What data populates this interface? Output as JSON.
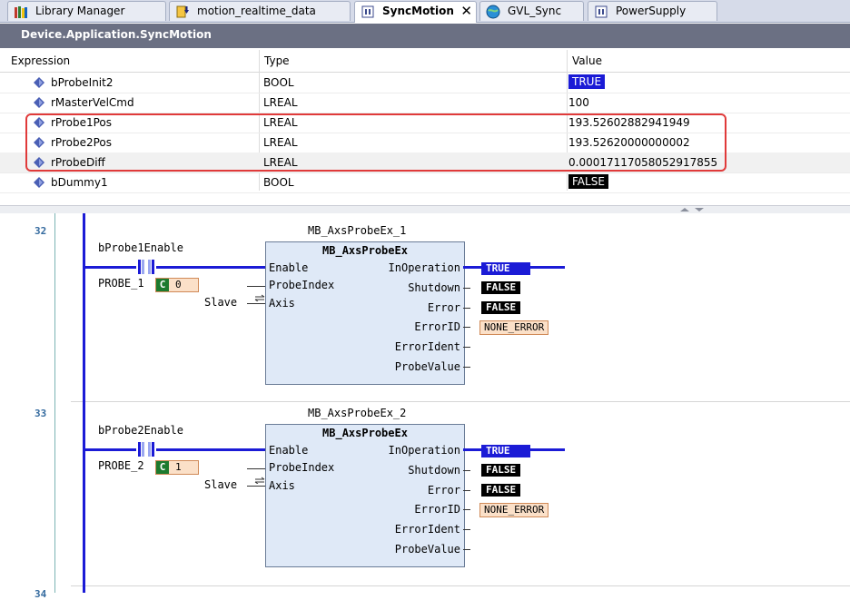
{
  "tabs": [
    {
      "label": "Library Manager",
      "icon": "library-icon"
    },
    {
      "label": "motion_realtime_data",
      "icon": "download-arrow-icon"
    },
    {
      "label": "SyncMotion",
      "icon": "pou-icon",
      "active": true,
      "close": "✕"
    },
    {
      "label": "GVL_Sync",
      "icon": "globe-icon"
    },
    {
      "label": "PowerSupply",
      "icon": "pou-icon"
    }
  ],
  "title": "Device.Application.SyncMotion",
  "watch": {
    "headers": {
      "expression": "Expression",
      "type": "Type",
      "value": "Value"
    },
    "rows": [
      {
        "expression": "bProbeInit2",
        "type": "BOOL",
        "value": "TRUE"
      },
      {
        "expression": "rMasterVelCmd",
        "type": "LREAL",
        "value": "100"
      },
      {
        "expression": "rProbe1Pos",
        "type": "LREAL",
        "value": "193.52602882941949"
      },
      {
        "expression": "rProbe2Pos",
        "type": "LREAL",
        "value": "193.52620000000002"
      },
      {
        "expression": "rProbeDiff",
        "type": "LREAL",
        "value": "0.00017117058052917855"
      },
      {
        "expression": "bDummy1",
        "type": "BOOL",
        "value": "FALSE"
      }
    ]
  },
  "networks": [
    {
      "number": "32",
      "instance": "MB_AxsProbeEx_1",
      "block_type": "MB_AxsProbeEx",
      "contact_var": "bProbe1Enable",
      "probe_const": "PROBE_1",
      "const_badge": "C",
      "const_value": "0",
      "axis_var": "Slave",
      "inputs": [
        "Enable",
        "ProbeIndex",
        "Axis"
      ],
      "outputs": [
        "InOperation",
        "Shutdown",
        "Error",
        "ErrorID",
        "ErrorIdent",
        "ProbeValue"
      ],
      "values": {
        "InOperation": "TRUE",
        "Shutdown": "FALSE",
        "Error": "FALSE",
        "ErrorID": "NONE_ERROR"
      }
    },
    {
      "number": "33",
      "instance": "MB_AxsProbeEx_2",
      "block_type": "MB_AxsProbeEx",
      "contact_var": "bProbe2Enable",
      "probe_const": "PROBE_2",
      "const_badge": "C",
      "const_value": "1",
      "axis_var": "Slave",
      "inputs": [
        "Enable",
        "ProbeIndex",
        "Axis"
      ],
      "outputs": [
        "InOperation",
        "Shutdown",
        "Error",
        "ErrorID",
        "ErrorIdent",
        "ProbeValue"
      ],
      "values": {
        "InOperation": "TRUE",
        "Shutdown": "FALSE",
        "Error": "FALSE",
        "ErrorID": "NONE_ERROR"
      }
    }
  ],
  "next_network_number": "34",
  "colors": {
    "accent_blue": "#1b1bd6",
    "title_bar": "#6b7083",
    "highlight_red": "#e03a3a",
    "const_green": "#1c7a2e"
  }
}
